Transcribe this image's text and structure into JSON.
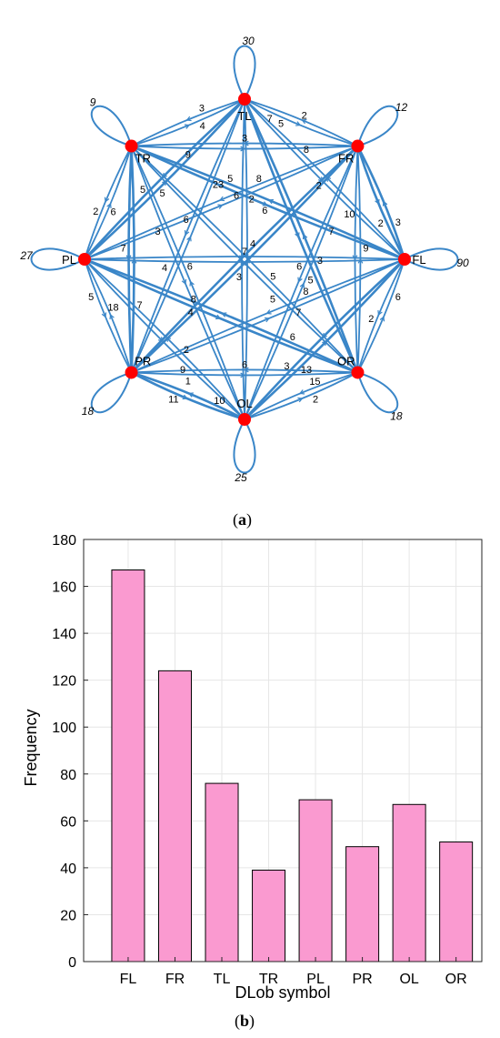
{
  "panel_a": {
    "label_open": "(",
    "label_letter": "a",
    "label_close": ")",
    "nodes": [
      {
        "id": "TL",
        "loop_count": "30"
      },
      {
        "id": "FR",
        "loop_count": "12"
      },
      {
        "id": "FL",
        "loop_count": "90"
      },
      {
        "id": "OR",
        "loop_count": "18"
      },
      {
        "id": "OL",
        "loop_count": "25"
      },
      {
        "id": "PR",
        "loop_count": "18"
      },
      {
        "id": "PL",
        "loop_count": "27"
      },
      {
        "id": "TR",
        "loop_count": "9"
      }
    ],
    "edge_counts": [
      "7",
      "5",
      "6",
      "3",
      "5",
      "6",
      "13",
      "23",
      "18",
      "4",
      "9",
      "2",
      "6",
      "10",
      "8",
      "7",
      "15",
      "7",
      "6",
      "11",
      "4",
      "4",
      "7",
      "6",
      "2",
      "3",
      "8",
      "6",
      "4",
      "2",
      "1",
      "2",
      "6",
      "3",
      "5",
      "2",
      "8",
      "3",
      "9",
      "5",
      "10",
      "7",
      "5",
      "5",
      "5",
      "2",
      "3",
      "8",
      "2",
      "3",
      "6",
      "2",
      "3",
      "7",
      "9",
      "6",
      "5"
    ],
    "colors": {
      "edge": "#3a86c8",
      "node": "#ff0000"
    }
  },
  "panel_b": {
    "label_open": "(",
    "label_letter": "b",
    "label_close": ")",
    "colors": {
      "bar": "#fa9ad0",
      "bar_edge": "#000000",
      "grid": "#e6e6e6"
    }
  },
  "chart_data": {
    "type": "bar",
    "title": "",
    "categories": [
      "FL",
      "FR",
      "TL",
      "TR",
      "PL",
      "PR",
      "OL",
      "OR"
    ],
    "values": [
      167,
      124,
      76,
      39,
      69,
      49,
      67,
      51
    ],
    "xlabel": "DLob symbol",
    "ylabel": "Frequency",
    "ylim": [
      0,
      180
    ],
    "yticks": [
      "0",
      "20",
      "40",
      "60",
      "80",
      "100",
      "120",
      "140",
      "160",
      "180"
    ],
    "grid": true
  }
}
